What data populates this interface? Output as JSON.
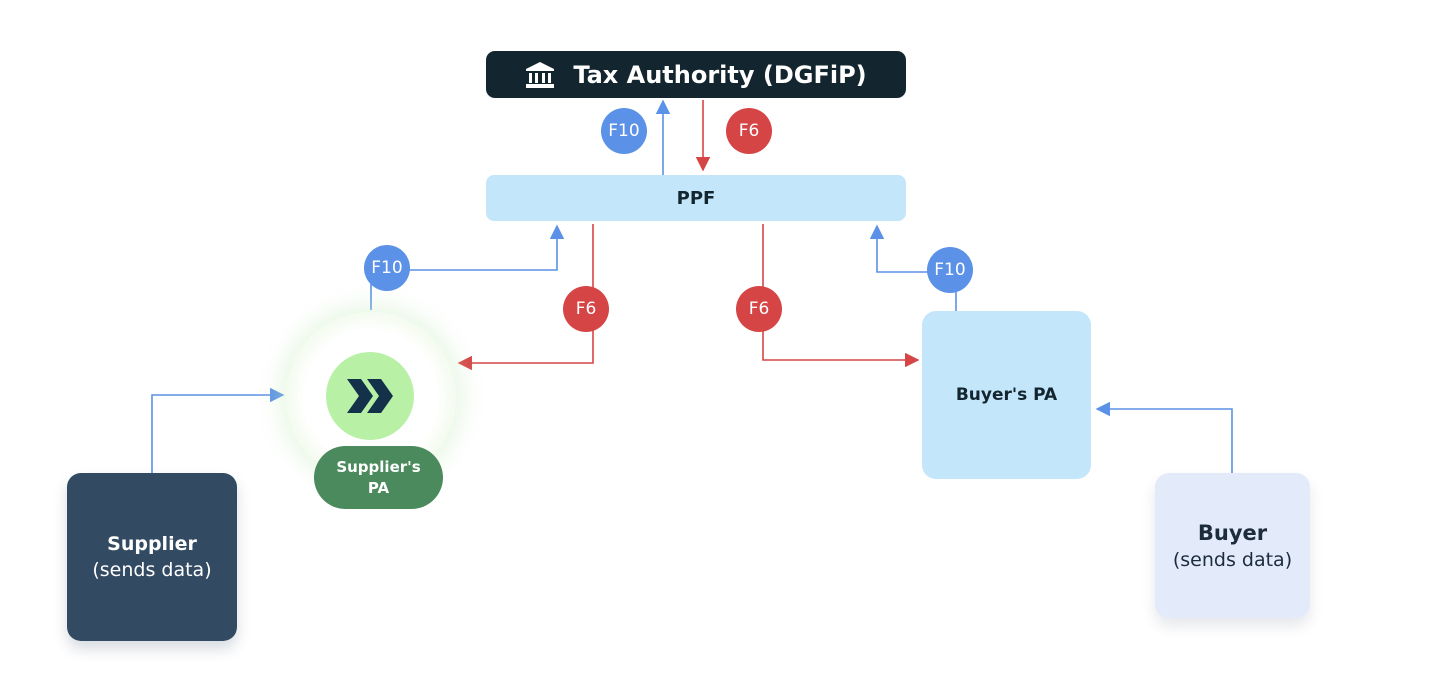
{
  "tax_authority": {
    "label": "Tax Authority (DGFiP)",
    "icon": "bank-icon"
  },
  "ppf": {
    "label": "PPF"
  },
  "supplier": {
    "title": "Supplier",
    "subtitle": "(sends data)"
  },
  "suppliers_pa": {
    "label": "Supplier's PA",
    "icon": "double-chevron-icon"
  },
  "buyers_pa": {
    "label": "Buyer's PA"
  },
  "buyer": {
    "title": "Buyer",
    "subtitle": "(sends data)"
  },
  "badges": {
    "f10_top": "F10",
    "f6_top": "F6",
    "f10_left": "F10",
    "f6_left": "F6",
    "f6_right": "F6",
    "f10_right": "F10"
  },
  "colors": {
    "f10": "#5b91e6",
    "f6": "#d64545",
    "dark_navy": "#13262f",
    "light_blue": "#c4e6fb",
    "supplier_box": "#334a63",
    "buyer_box": "#e3ebfb",
    "pa_green": "#b8f0a6",
    "pa_label_green": "#4b8a5c"
  }
}
